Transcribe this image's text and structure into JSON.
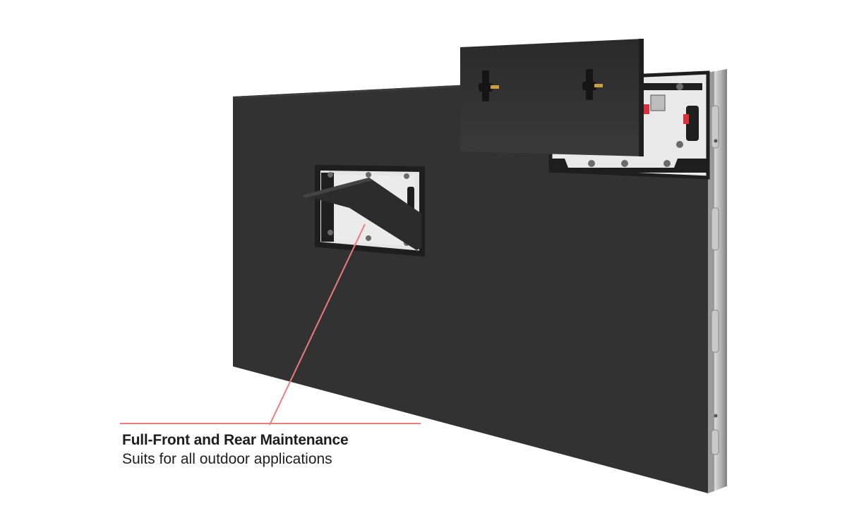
{
  "caption": {
    "title": "Full-Front and Rear Maintenance",
    "subtitle": "Suits for all outdoor applications"
  },
  "colors": {
    "panel": "#323232",
    "panel_dark": "#242424",
    "frame": "#a9a9a9",
    "frame_light": "#d4d4d4",
    "callout_line": "#f07a7a",
    "text": "#1e1e1e",
    "latch_red": "#d9323a"
  },
  "icons": [
    "led-cabinet-illustration",
    "front-module-opening",
    "rear-module-opening",
    "removed-module",
    "tilted-module",
    "callout-line"
  ]
}
